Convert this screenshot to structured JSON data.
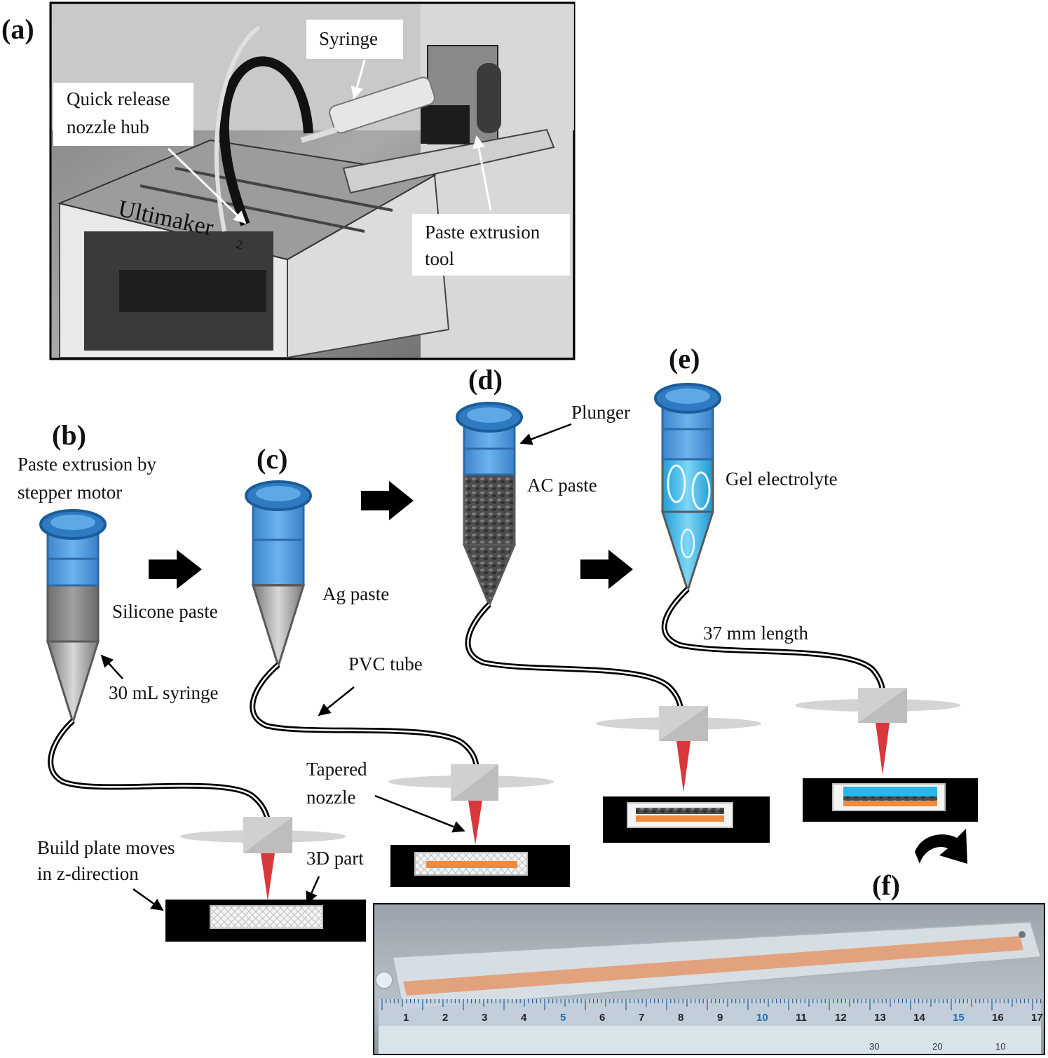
{
  "panels": {
    "a": "(a)",
    "b": "(b)",
    "c": "(c)",
    "d": "(d)",
    "e": "(e)",
    "f": "(f)"
  },
  "photo_a": {
    "printer_brand": "Ultimaker",
    "printer_model_sup": "2",
    "callouts": {
      "syringe": "Syringe",
      "quick_release_line1": "Quick release",
      "quick_release_line2": "nozzle hub",
      "paste_tool_line1": "Paste extrusion",
      "paste_tool_line2": "tool"
    }
  },
  "labels": {
    "paste_extrusion_line1": "Paste extrusion by",
    "paste_extrusion_line2": "stepper motor",
    "silicone_paste": "Silicone paste",
    "syringe_30ml": "30 mL syringe",
    "ag_paste": "Ag paste",
    "pvc_tube": "PVC tube",
    "plunger": "Plunger",
    "ac_paste": "AC paste",
    "gel_electrolyte": "Gel electrolyte",
    "length": "37 mm length",
    "tapered_line1": "Tapered",
    "tapered_line2": "nozzle",
    "build_plate_line1": "Build plate moves",
    "build_plate_line2": "in z-direction",
    "part_3d": "3D part"
  },
  "ruler_top_numbers": [
    "1",
    "2",
    "3",
    "4",
    "5",
    "6",
    "7",
    "8",
    "9",
    "10",
    "11",
    "12",
    "13",
    "14",
    "15",
    "16",
    "17"
  ],
  "ruler_bottom_numbers": [
    "10",
    "20",
    "30"
  ],
  "colors": {
    "plunger_blue": "#3f8fd6",
    "plunger_rim": "#1f6fb3",
    "silicone_grey": "#8c8c8c",
    "ag_orange": "#f08a3c",
    "ac_dark": "#4a4a4a",
    "gel_cyan": "#29b6e8",
    "nozzle_red": "#d9373c",
    "plate_black": "#000000"
  }
}
